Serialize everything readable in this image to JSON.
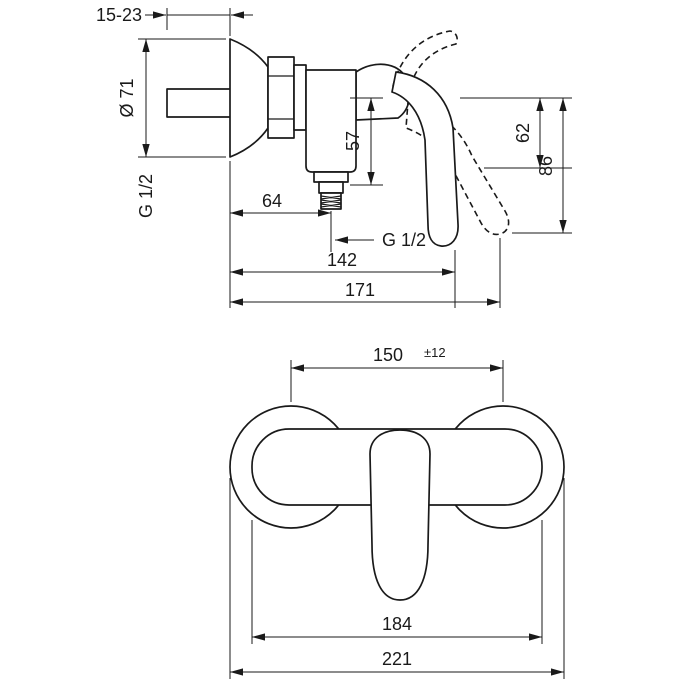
{
  "drawing": {
    "side_view": {
      "wall_distance": "15-23",
      "escutcheon_diameter": "Ø 71",
      "inlet_thread": "G 1/2",
      "outlet_height": "57",
      "outlet_offset": "64",
      "outlet_thread": "G 1/2",
      "handle_height_closed": "62",
      "handle_height_open": "86",
      "projection_body": "142",
      "projection_total": "171"
    },
    "front_view": {
      "connection_distance": "150",
      "connection_tolerance": "±12",
      "body_width": "184",
      "overall_width": "221"
    }
  }
}
